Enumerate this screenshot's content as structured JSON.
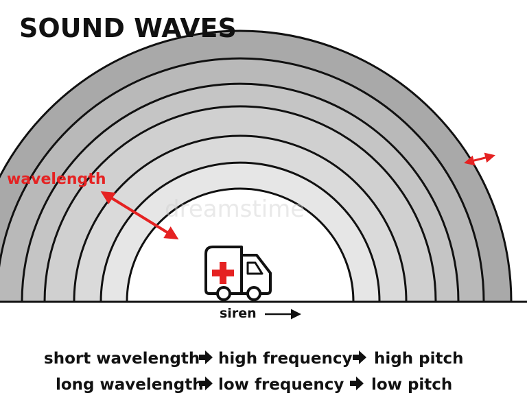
{
  "title": "SOUND WAVES",
  "wavelength_label": "wavelength",
  "siren_label": "siren",
  "relations": [
    {
      "wavelength": "short wavelength",
      "frequency": "high frequency",
      "pitch": "high pitch"
    },
    {
      "wavelength": "long wavelength",
      "frequency": "low frequency",
      "pitch": "low pitch"
    }
  ],
  "colors": {
    "accent_red": "#e52222",
    "ink": "#111111",
    "wave_outer": "#a9a9a9",
    "wave_inner": "#ffffff"
  },
  "icons": {
    "vehicle": "ambulance-icon",
    "relation_arrow": "right-arrow-icon",
    "direction_arrow": "long-right-arrow-icon"
  },
  "watermark": "dreamstime"
}
